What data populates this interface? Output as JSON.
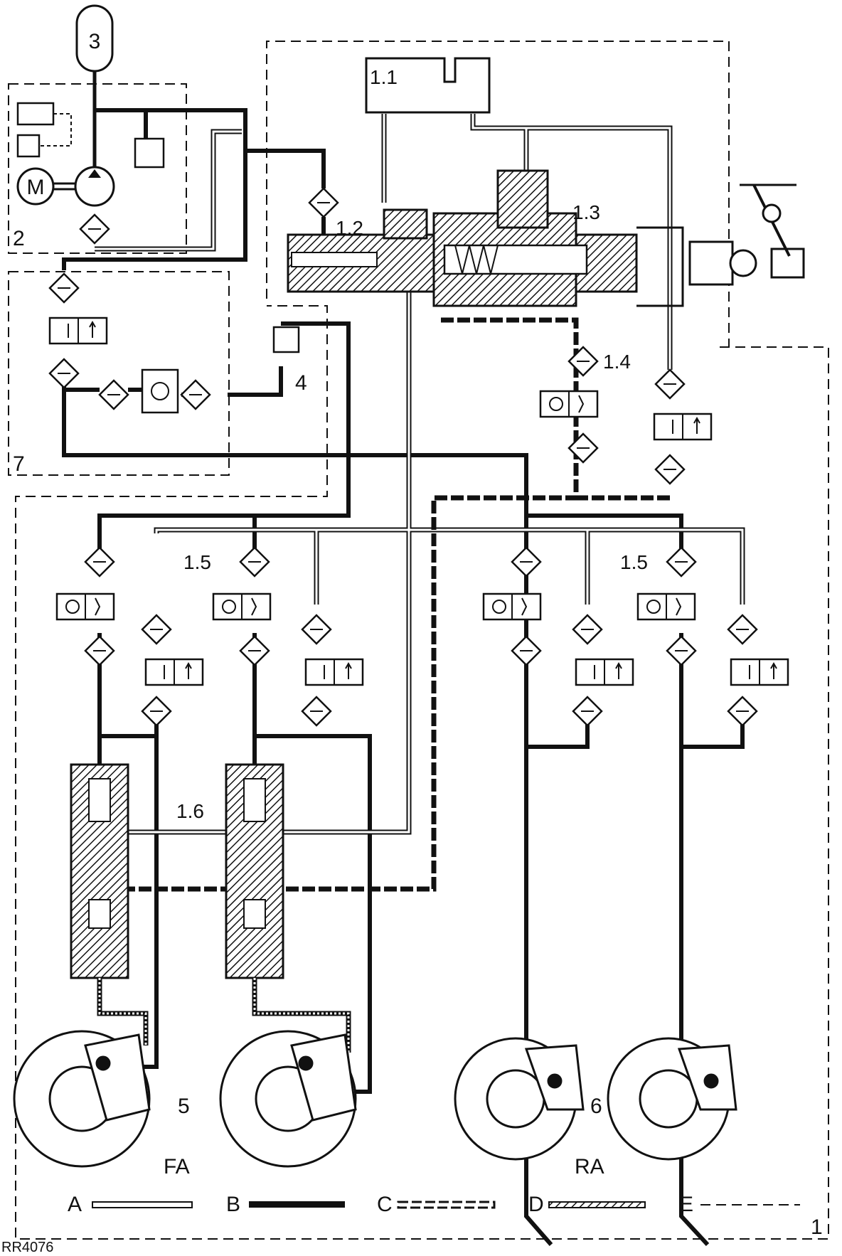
{
  "labels": {
    "reservoir": "3",
    "motor": "M",
    "unit_2": "2",
    "unit_7": "7",
    "unit_1": "1",
    "unit_1_1": "1.1",
    "unit_1_2": "1.2",
    "unit_1_3": "1.3",
    "unit_1_4": "1.4",
    "unit_1_5_front": "1.5",
    "unit_1_5_rear": "1.5",
    "unit_1_6": "1.6",
    "unit_4": "4",
    "unit_5": "5",
    "unit_6": "6",
    "front_axle": "FA",
    "rear_axle": "RA"
  },
  "legend": [
    {
      "key": "A",
      "line": "hollow"
    },
    {
      "key": "B",
      "line": "solid-thick"
    },
    {
      "key": "C",
      "line": "dashed-hollow"
    },
    {
      "key": "D",
      "line": "hatched"
    },
    {
      "key": "E",
      "line": "dashed-thin"
    }
  ],
  "figure_code": "RR4076"
}
